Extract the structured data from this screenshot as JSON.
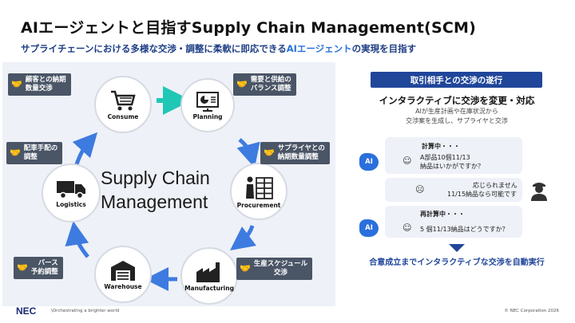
{
  "header": {
    "title": "AIエージェントと目指すSupply Chain Management(SCM)",
    "subtitle_a": "サプライチェーンにおける多様な交渉・調整に柔軟に即応できる",
    "subtitle_hl": "AIエージェント",
    "subtitle_b": "の実現を目指す"
  },
  "diagram": {
    "center_line1": "Supply Chain",
    "center_line2": "Management",
    "nodes": {
      "consume": "Consume",
      "planning": "Planning",
      "procurement": "Procurement",
      "manufacturing": "Manufacturing",
      "warehouse": "Warehouse",
      "logistics": "Logistics"
    },
    "tags": {
      "t1": [
        "顧客との納期",
        "数量交渉"
      ],
      "t2": [
        "需要と供給の",
        "バランス調整"
      ],
      "t3": [
        "サプライヤとの",
        "納期数量調整"
      ],
      "t4": [
        "生産スケジュール",
        "交渉"
      ],
      "t5": [
        "バース",
        "予約調整"
      ],
      "t6": [
        "配車手配の",
        "調整"
      ]
    }
  },
  "panel": {
    "header": "取引相手との交渉の遂行",
    "heading": "インタラクティブに交渉を変更・対応",
    "sub1": "AIが生産計画や在庫状況から",
    "sub2": "交渉案を生成し、サプライヤと交渉",
    "ai_label": "AI",
    "msg1_status": "計算中・・・",
    "msg1_line1": "A部品10個11/13",
    "msg1_line2": "納品はいかがですか？",
    "msg2_line1": "応じられません",
    "msg2_line2": "11/15納品なら可能です",
    "msg3_status": "再計算中・・・",
    "msg3_line1": "5 個11/13納品はどうですか？",
    "footer": "合意成立までインタラクティブな交渉を自動実行"
  },
  "footer": {
    "logo": "NEC",
    "tagline": "\\Orchestrating a brighter world",
    "copyright": "© NEC Corporation 2026"
  },
  "colors": {
    "brand": "#20469a",
    "accent": "#2a73d9",
    "teal": "#1fc7b5",
    "arrow": "#3d7be0",
    "tag": "#4a5566"
  }
}
